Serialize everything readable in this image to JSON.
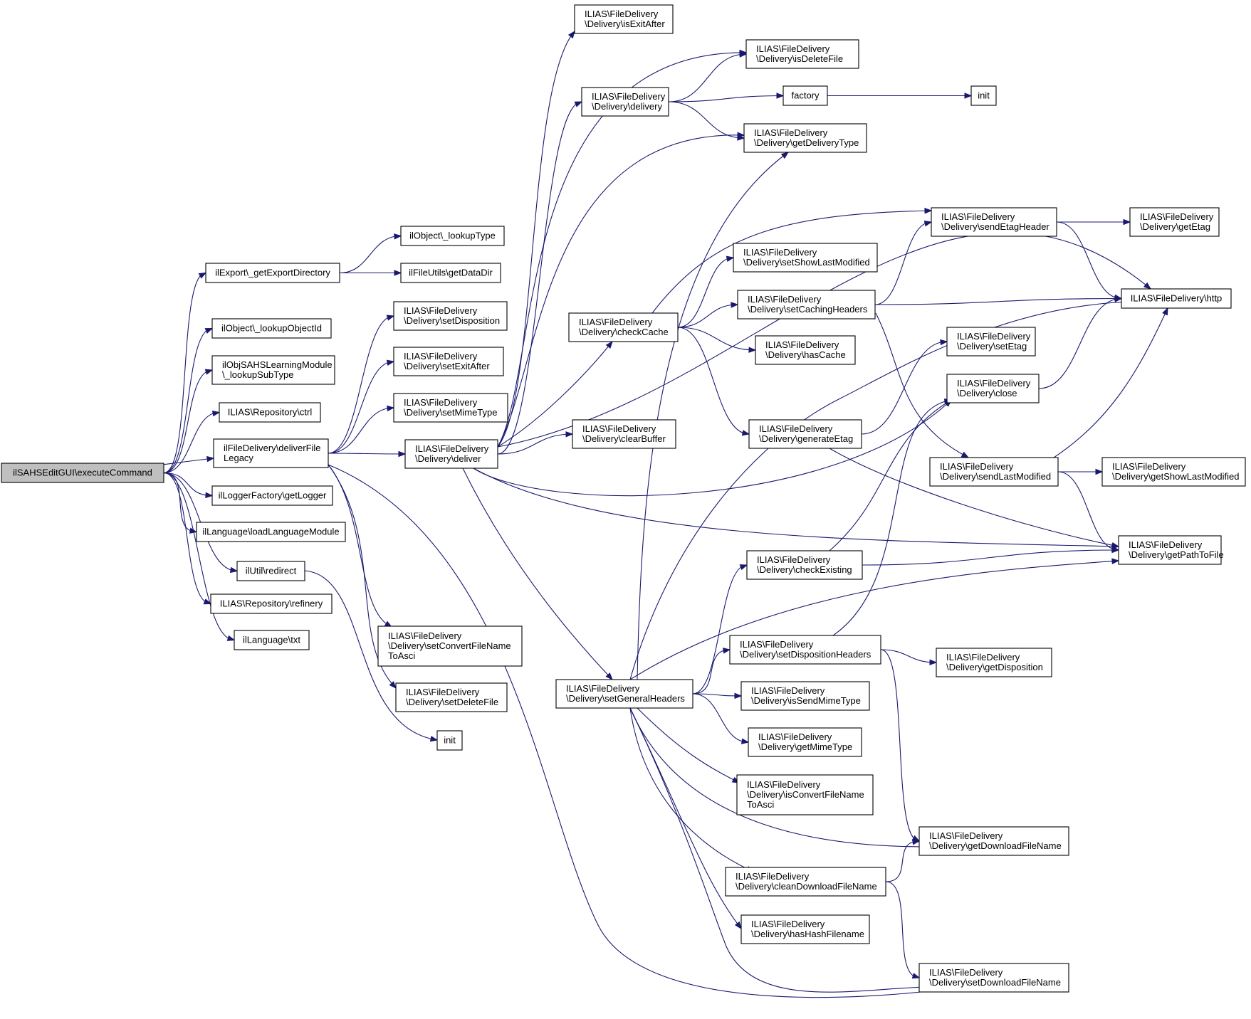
{
  "diagram": {
    "type": "call-graph",
    "colors": {
      "edge": "#191970",
      "root_fill": "#bfbfbf",
      "node_fill": "#ffffff",
      "border": "#000000"
    },
    "nodes": [
      {
        "id": "root",
        "lines": [
          "ilSAHSEditGUI\\executeCommand"
        ],
        "root": true
      },
      {
        "id": "getExpDir",
        "lines": [
          "ilExport\\_getExportDirectory"
        ]
      },
      {
        "id": "lookupType",
        "lines": [
          "ilObject\\_lookupType"
        ]
      },
      {
        "id": "getDataDir",
        "lines": [
          "ilFileUtils\\getDataDir"
        ]
      },
      {
        "id": "lookupObjId",
        "lines": [
          "ilObject\\_lookupObjectId"
        ]
      },
      {
        "id": "lookupSub",
        "lines": [
          "ilObjSAHSLearningModule",
          "\\_lookupSubType"
        ]
      },
      {
        "id": "ctrl",
        "lines": [
          "ILIAS\\Repository\\ctrl"
        ]
      },
      {
        "id": "dfl",
        "lines": [
          "ilFileDelivery\\deliverFile",
          "Legacy"
        ]
      },
      {
        "id": "getLogger",
        "lines": [
          "ilLoggerFactory\\getLogger"
        ]
      },
      {
        "id": "loadLang",
        "lines": [
          "ilLanguage\\loadLanguageModule"
        ]
      },
      {
        "id": "redirect",
        "lines": [
          "ilUtil\\redirect"
        ]
      },
      {
        "id": "refinery",
        "lines": [
          "ILIAS\\Repository\\refinery"
        ]
      },
      {
        "id": "txt",
        "lines": [
          "ilLanguage\\txt"
        ]
      },
      {
        "id": "setDisp",
        "lines": [
          "ILIAS\\FileDelivery",
          "\\Delivery\\setDisposition"
        ]
      },
      {
        "id": "setExit",
        "lines": [
          "ILIAS\\FileDelivery",
          "\\Delivery\\setExitAfter"
        ]
      },
      {
        "id": "setMime",
        "lines": [
          "ILIAS\\FileDelivery",
          "\\Delivery\\setMimeType"
        ]
      },
      {
        "id": "deliver",
        "lines": [
          "ILIAS\\FileDelivery",
          "\\Delivery\\deliver"
        ]
      },
      {
        "id": "setConv",
        "lines": [
          "ILIAS\\FileDelivery",
          "\\Delivery\\setConvertFileName",
          "ToAsci"
        ]
      },
      {
        "id": "setDel",
        "lines": [
          "ILIAS\\FileDelivery",
          "\\Delivery\\setDeleteFile"
        ]
      },
      {
        "id": "init1",
        "lines": [
          "init"
        ]
      },
      {
        "id": "isExit",
        "lines": [
          "ILIAS\\FileDelivery",
          "\\Delivery\\isExitAfter"
        ]
      },
      {
        "id": "delivery",
        "lines": [
          "ILIAS\\FileDelivery",
          "\\Delivery\\delivery"
        ]
      },
      {
        "id": "checkCache",
        "lines": [
          "ILIAS\\FileDelivery",
          "\\Delivery\\checkCache"
        ]
      },
      {
        "id": "clearBuf",
        "lines": [
          "ILIAS\\FileDelivery",
          "\\Delivery\\clearBuffer"
        ]
      },
      {
        "id": "setGen",
        "lines": [
          "ILIAS\\FileDelivery",
          "\\Delivery\\setGeneralHeaders"
        ]
      },
      {
        "id": "isDel",
        "lines": [
          "ILIAS\\FileDelivery",
          "\\Delivery\\isDeleteFile"
        ]
      },
      {
        "id": "factory",
        "lines": [
          "factory"
        ]
      },
      {
        "id": "getDT",
        "lines": [
          "ILIAS\\FileDelivery",
          "\\Delivery\\getDeliveryType"
        ]
      },
      {
        "id": "setShow",
        "lines": [
          "ILIAS\\FileDelivery",
          "\\Delivery\\setShowLastModified"
        ]
      },
      {
        "id": "setCach",
        "lines": [
          "ILIAS\\FileDelivery",
          "\\Delivery\\setCachingHeaders"
        ]
      },
      {
        "id": "hasCache",
        "lines": [
          "ILIAS\\FileDelivery",
          "\\Delivery\\hasCache"
        ]
      },
      {
        "id": "genEtag",
        "lines": [
          "ILIAS\\FileDelivery",
          "\\Delivery\\generateEtag"
        ]
      },
      {
        "id": "checkEx",
        "lines": [
          "ILIAS\\FileDelivery",
          "\\Delivery\\checkExisting"
        ]
      },
      {
        "id": "setDispH",
        "lines": [
          "ILIAS\\FileDelivery",
          "\\Delivery\\setDispositionHeaders"
        ]
      },
      {
        "id": "isSendMime",
        "lines": [
          "ILIAS\\FileDelivery",
          "\\Delivery\\isSendMimeType"
        ]
      },
      {
        "id": "getMime",
        "lines": [
          "ILIAS\\FileDelivery",
          "\\Delivery\\getMimeType"
        ]
      },
      {
        "id": "isConv",
        "lines": [
          "ILIAS\\FileDelivery",
          "\\Delivery\\isConvertFileName",
          "ToAsci"
        ]
      },
      {
        "id": "cleanDL",
        "lines": [
          "ILIAS\\FileDelivery",
          "\\Delivery\\cleanDownloadFileName"
        ]
      },
      {
        "id": "hasHash",
        "lines": [
          "ILIAS\\FileDelivery",
          "\\Delivery\\hasHashFilename"
        ]
      },
      {
        "id": "init2",
        "lines": [
          "init"
        ]
      },
      {
        "id": "sendEtag",
        "lines": [
          "ILIAS\\FileDelivery",
          "\\Delivery\\sendEtagHeader"
        ]
      },
      {
        "id": "setEtag",
        "lines": [
          "ILIAS\\FileDelivery",
          "\\Delivery\\setEtag"
        ]
      },
      {
        "id": "close",
        "lines": [
          "ILIAS\\FileDelivery",
          "\\Delivery\\close"
        ]
      },
      {
        "id": "sendLM",
        "lines": [
          "ILIAS\\FileDelivery",
          "\\Delivery\\sendLastModified"
        ]
      },
      {
        "id": "getDisp",
        "lines": [
          "ILIAS\\FileDelivery",
          "\\Delivery\\getDisposition"
        ]
      },
      {
        "id": "getDLFN",
        "lines": [
          "ILIAS\\FileDelivery",
          "\\Delivery\\getDownloadFileName"
        ]
      },
      {
        "id": "setDLFN",
        "lines": [
          "ILIAS\\FileDelivery",
          "\\Delivery\\setDownloadFileName"
        ]
      },
      {
        "id": "getEtag",
        "lines": [
          "ILIAS\\FileDelivery",
          "\\Delivery\\getEtag"
        ]
      },
      {
        "id": "http",
        "lines": [
          "ILIAS\\FileDelivery\\http"
        ]
      },
      {
        "id": "getShowLM",
        "lines": [
          "ILIAS\\FileDelivery",
          "\\Delivery\\getShowLastModified"
        ]
      },
      {
        "id": "getPath",
        "lines": [
          "ILIAS\\FileDelivery",
          "\\Delivery\\getPathToFile"
        ]
      }
    ],
    "edges": [
      [
        "root",
        "getExpDir"
      ],
      [
        "root",
        "lookupObjId"
      ],
      [
        "root",
        "lookupSub"
      ],
      [
        "root",
        "ctrl"
      ],
      [
        "root",
        "dfl"
      ],
      [
        "root",
        "getLogger"
      ],
      [
        "root",
        "loadLang"
      ],
      [
        "root",
        "redirect"
      ],
      [
        "root",
        "refinery"
      ],
      [
        "root",
        "txt"
      ],
      [
        "getExpDir",
        "lookupType"
      ],
      [
        "getExpDir",
        "getDataDir"
      ],
      [
        "redirect",
        "init1"
      ],
      [
        "dfl",
        "setDisp"
      ],
      [
        "dfl",
        "setExit"
      ],
      [
        "dfl",
        "setMime"
      ],
      [
        "dfl",
        "deliver"
      ],
      [
        "dfl",
        "setConv"
      ],
      [
        "dfl",
        "setDel"
      ],
      [
        "dfl",
        "setDLFN"
      ],
      [
        "deliver",
        "isExit"
      ],
      [
        "deliver",
        "delivery"
      ],
      [
        "deliver",
        "isDel"
      ],
      [
        "deliver",
        "getDT"
      ],
      [
        "deliver",
        "http"
      ],
      [
        "deliver",
        "checkCache"
      ],
      [
        "deliver",
        "clearBuf"
      ],
      [
        "deliver",
        "setGen"
      ],
      [
        "deliver",
        "close"
      ],
      [
        "deliver",
        "getPath"
      ],
      [
        "delivery",
        "isDel"
      ],
      [
        "delivery",
        "factory"
      ],
      [
        "delivery",
        "getDT"
      ],
      [
        "factory",
        "init2"
      ],
      [
        "checkCache",
        "sendEtag"
      ],
      [
        "checkCache",
        "setShow"
      ],
      [
        "checkCache",
        "setCach"
      ],
      [
        "checkCache",
        "hasCache"
      ],
      [
        "checkCache",
        "genEtag"
      ],
      [
        "sendEtag",
        "getEtag"
      ],
      [
        "sendEtag",
        "http"
      ],
      [
        "setCach",
        "sendEtag"
      ],
      [
        "setCach",
        "http"
      ],
      [
        "setCach",
        "sendLM"
      ],
      [
        "genEtag",
        "setEtag"
      ],
      [
        "genEtag",
        "getPath"
      ],
      [
        "close",
        "http"
      ],
      [
        "sendLM",
        "http"
      ],
      [
        "sendLM",
        "getShowLM"
      ],
      [
        "sendLM",
        "getPath"
      ],
      [
        "setGen",
        "getDT"
      ],
      [
        "setGen",
        "http"
      ],
      [
        "setGen",
        "checkEx"
      ],
      [
        "setGen",
        "getPath"
      ],
      [
        "setGen",
        "setDispH"
      ],
      [
        "setGen",
        "isSendMime"
      ],
      [
        "setGen",
        "getMime"
      ],
      [
        "setGen",
        "isConv"
      ],
      [
        "setGen",
        "getDLFN"
      ],
      [
        "setGen",
        "cleanDL"
      ],
      [
        "setGen",
        "hasHash"
      ],
      [
        "setGen",
        "setDLFN"
      ],
      [
        "checkEx",
        "close"
      ],
      [
        "checkEx",
        "getPath"
      ],
      [
        "setDispH",
        "close"
      ],
      [
        "setDispH",
        "getDisp"
      ],
      [
        "setDispH",
        "getDLFN"
      ],
      [
        "cleanDL",
        "getDLFN"
      ],
      [
        "cleanDL",
        "setDLFN"
      ]
    ]
  }
}
